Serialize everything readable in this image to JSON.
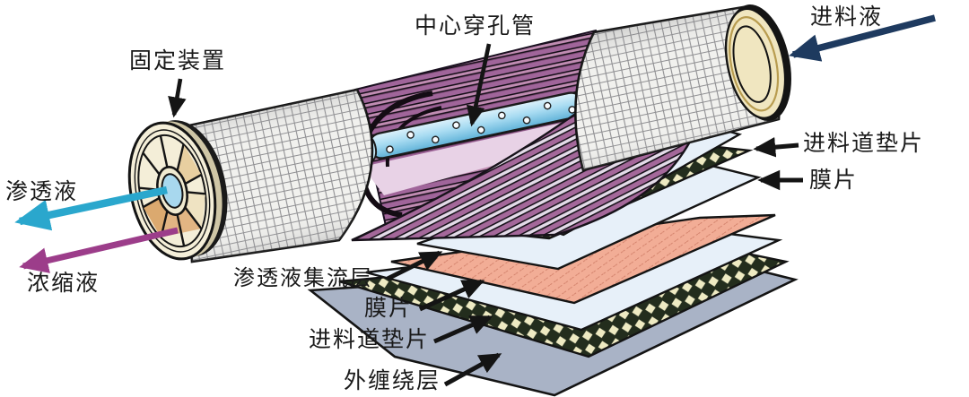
{
  "diagram": {
    "subject": "spiral-wound membrane module cutaway diagram",
    "labels": {
      "center_tube": "中心穿孔管",
      "fixing_device": "固定装置",
      "feed": "进料液",
      "permeate": "渗透液",
      "concentrate": "浓缩液",
      "feed_spacer_right": "进料道垫片",
      "membrane_right": "膜片",
      "permeate_carrier": "渗透液集流层",
      "membrane_bottom": "膜片",
      "feed_spacer_bottom": "进料道垫片",
      "outer_wrap": "外缠绕层"
    },
    "colors": {
      "feed_arrow": "#1e3a5f",
      "permeate_arrow": "#2aa7cd",
      "concentrate_arrow": "#9c3d8a",
      "annotation_arrow": "#141414",
      "membrane_roll_purple": "#a4689a",
      "center_tube_blue": "#a9dcf2",
      "membrane_sheet_blue": "#e7f0f9",
      "feed_spacer_dark": "#232d1d",
      "feed_spacer_diamond": "#eeeac2",
      "permeate_carrier_salmon": "#f2ad96",
      "outer_wrap_gray": "#a9b3c6",
      "end_cap_cream": "#f4eed8",
      "outer_mesh_gray": "#f1f1ee"
    }
  }
}
